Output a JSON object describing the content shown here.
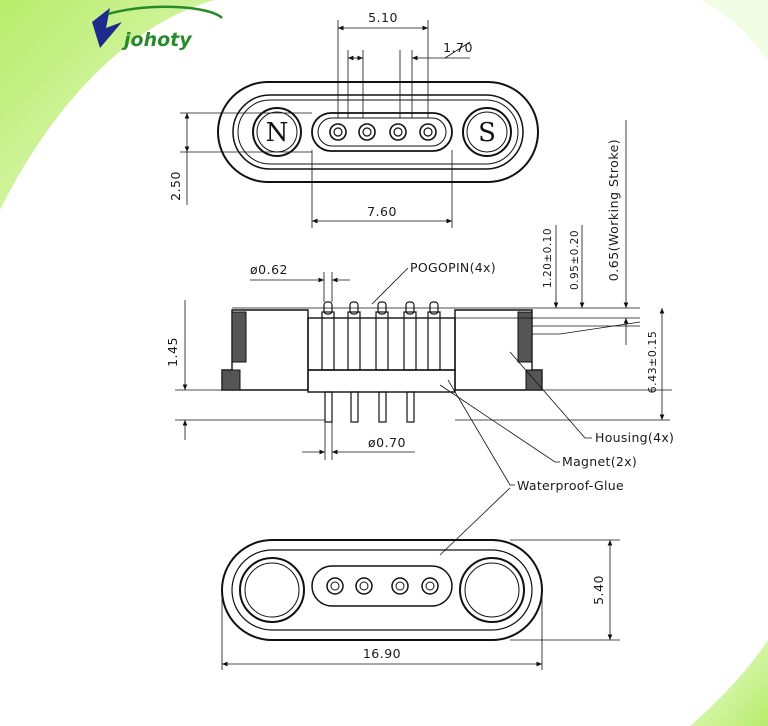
{
  "logo": {
    "text": "johoty"
  },
  "dimensions": {
    "pitch": "5.10",
    "pin_spacing": "1.70",
    "width_small": "2.50",
    "pin_span": "7.60",
    "pin_diameter": "ø0.62",
    "tip_height": "1.20±0.10",
    "stroke_tol": "0.95±0.20",
    "working_stroke": "0.65(Working Stroke)",
    "base_height": "1.45",
    "total_height": "6.43±0.15",
    "tail_diameter": "ø0.70",
    "overall_width": "5.40",
    "overall_length": "16.90"
  },
  "poles": {
    "north": "N",
    "south": "S"
  },
  "callouts": {
    "pogopin": "POGOPIN(4x)",
    "housing": "Housing(4x)",
    "magnet": "Magnet(2x)",
    "glue": "Waterproof-Glue"
  },
  "colors": {
    "green_accent": "#c8f07a",
    "logo_green": "#2a8a2a",
    "logo_blue": "#1e2a8c"
  }
}
